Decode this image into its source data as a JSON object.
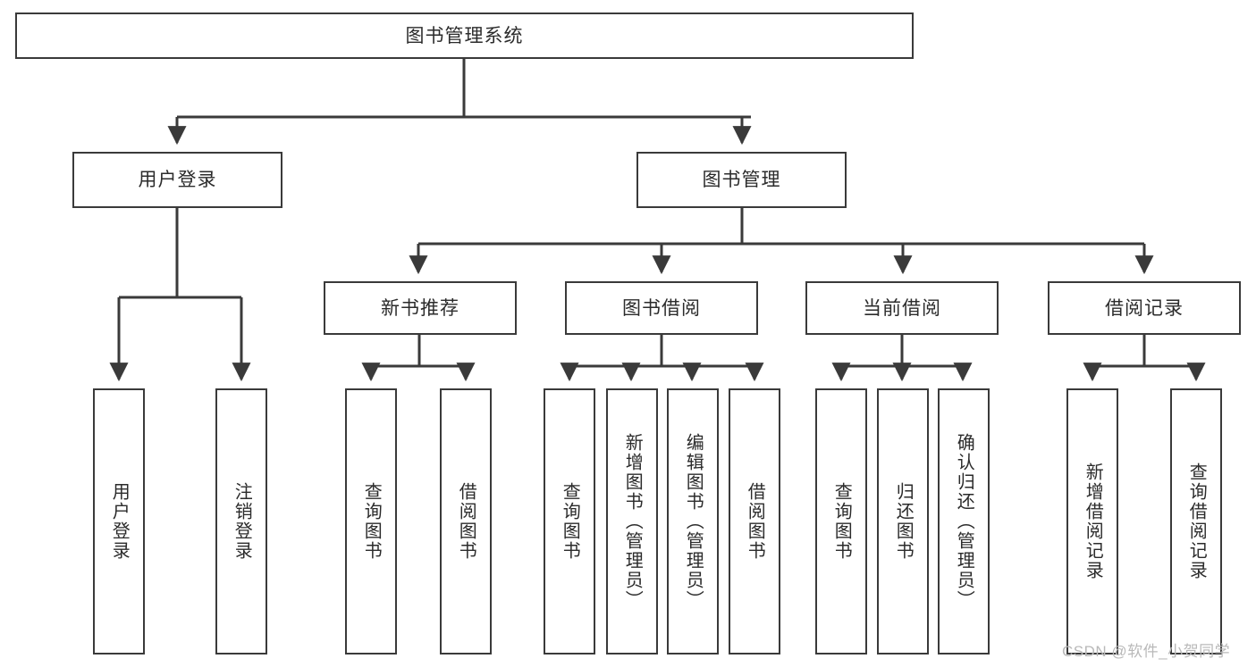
{
  "diagram": {
    "title": "图书管理系统",
    "root": {
      "label": "图书管理系统"
    },
    "level2": [
      {
        "label": "用户登录"
      },
      {
        "label": "图书管理"
      }
    ],
    "level3": [
      {
        "label": "新书推荐"
      },
      {
        "label": "图书借阅"
      },
      {
        "label": "当前借阅"
      },
      {
        "label": "借阅记录"
      }
    ],
    "leaves": {
      "user_login": [
        {
          "label": "用户登录"
        },
        {
          "label": "注销登录"
        }
      ],
      "new_book_recommend": [
        {
          "label": "查询图书"
        },
        {
          "label": "借阅图书"
        }
      ],
      "book_borrow": [
        {
          "label": "查询图书"
        },
        {
          "label": "新增图书（管理员）"
        },
        {
          "label": "编辑图书（管理员）"
        },
        {
          "label": "借阅图书"
        }
      ],
      "current_borrow": [
        {
          "label": "查询图书"
        },
        {
          "label": "归还图书"
        },
        {
          "label": "确认归还（管理员）"
        }
      ],
      "borrow_record": [
        {
          "label": "新增借阅记录"
        },
        {
          "label": "查询借阅记录"
        }
      ]
    }
  },
  "watermark": {
    "text": "CSDN @软件_小贺同学"
  },
  "colors": {
    "stroke": "#3a3a3a",
    "box_fill": "#ffffff",
    "text": "#2b2b2b",
    "watermark": "#b9b9b9"
  }
}
